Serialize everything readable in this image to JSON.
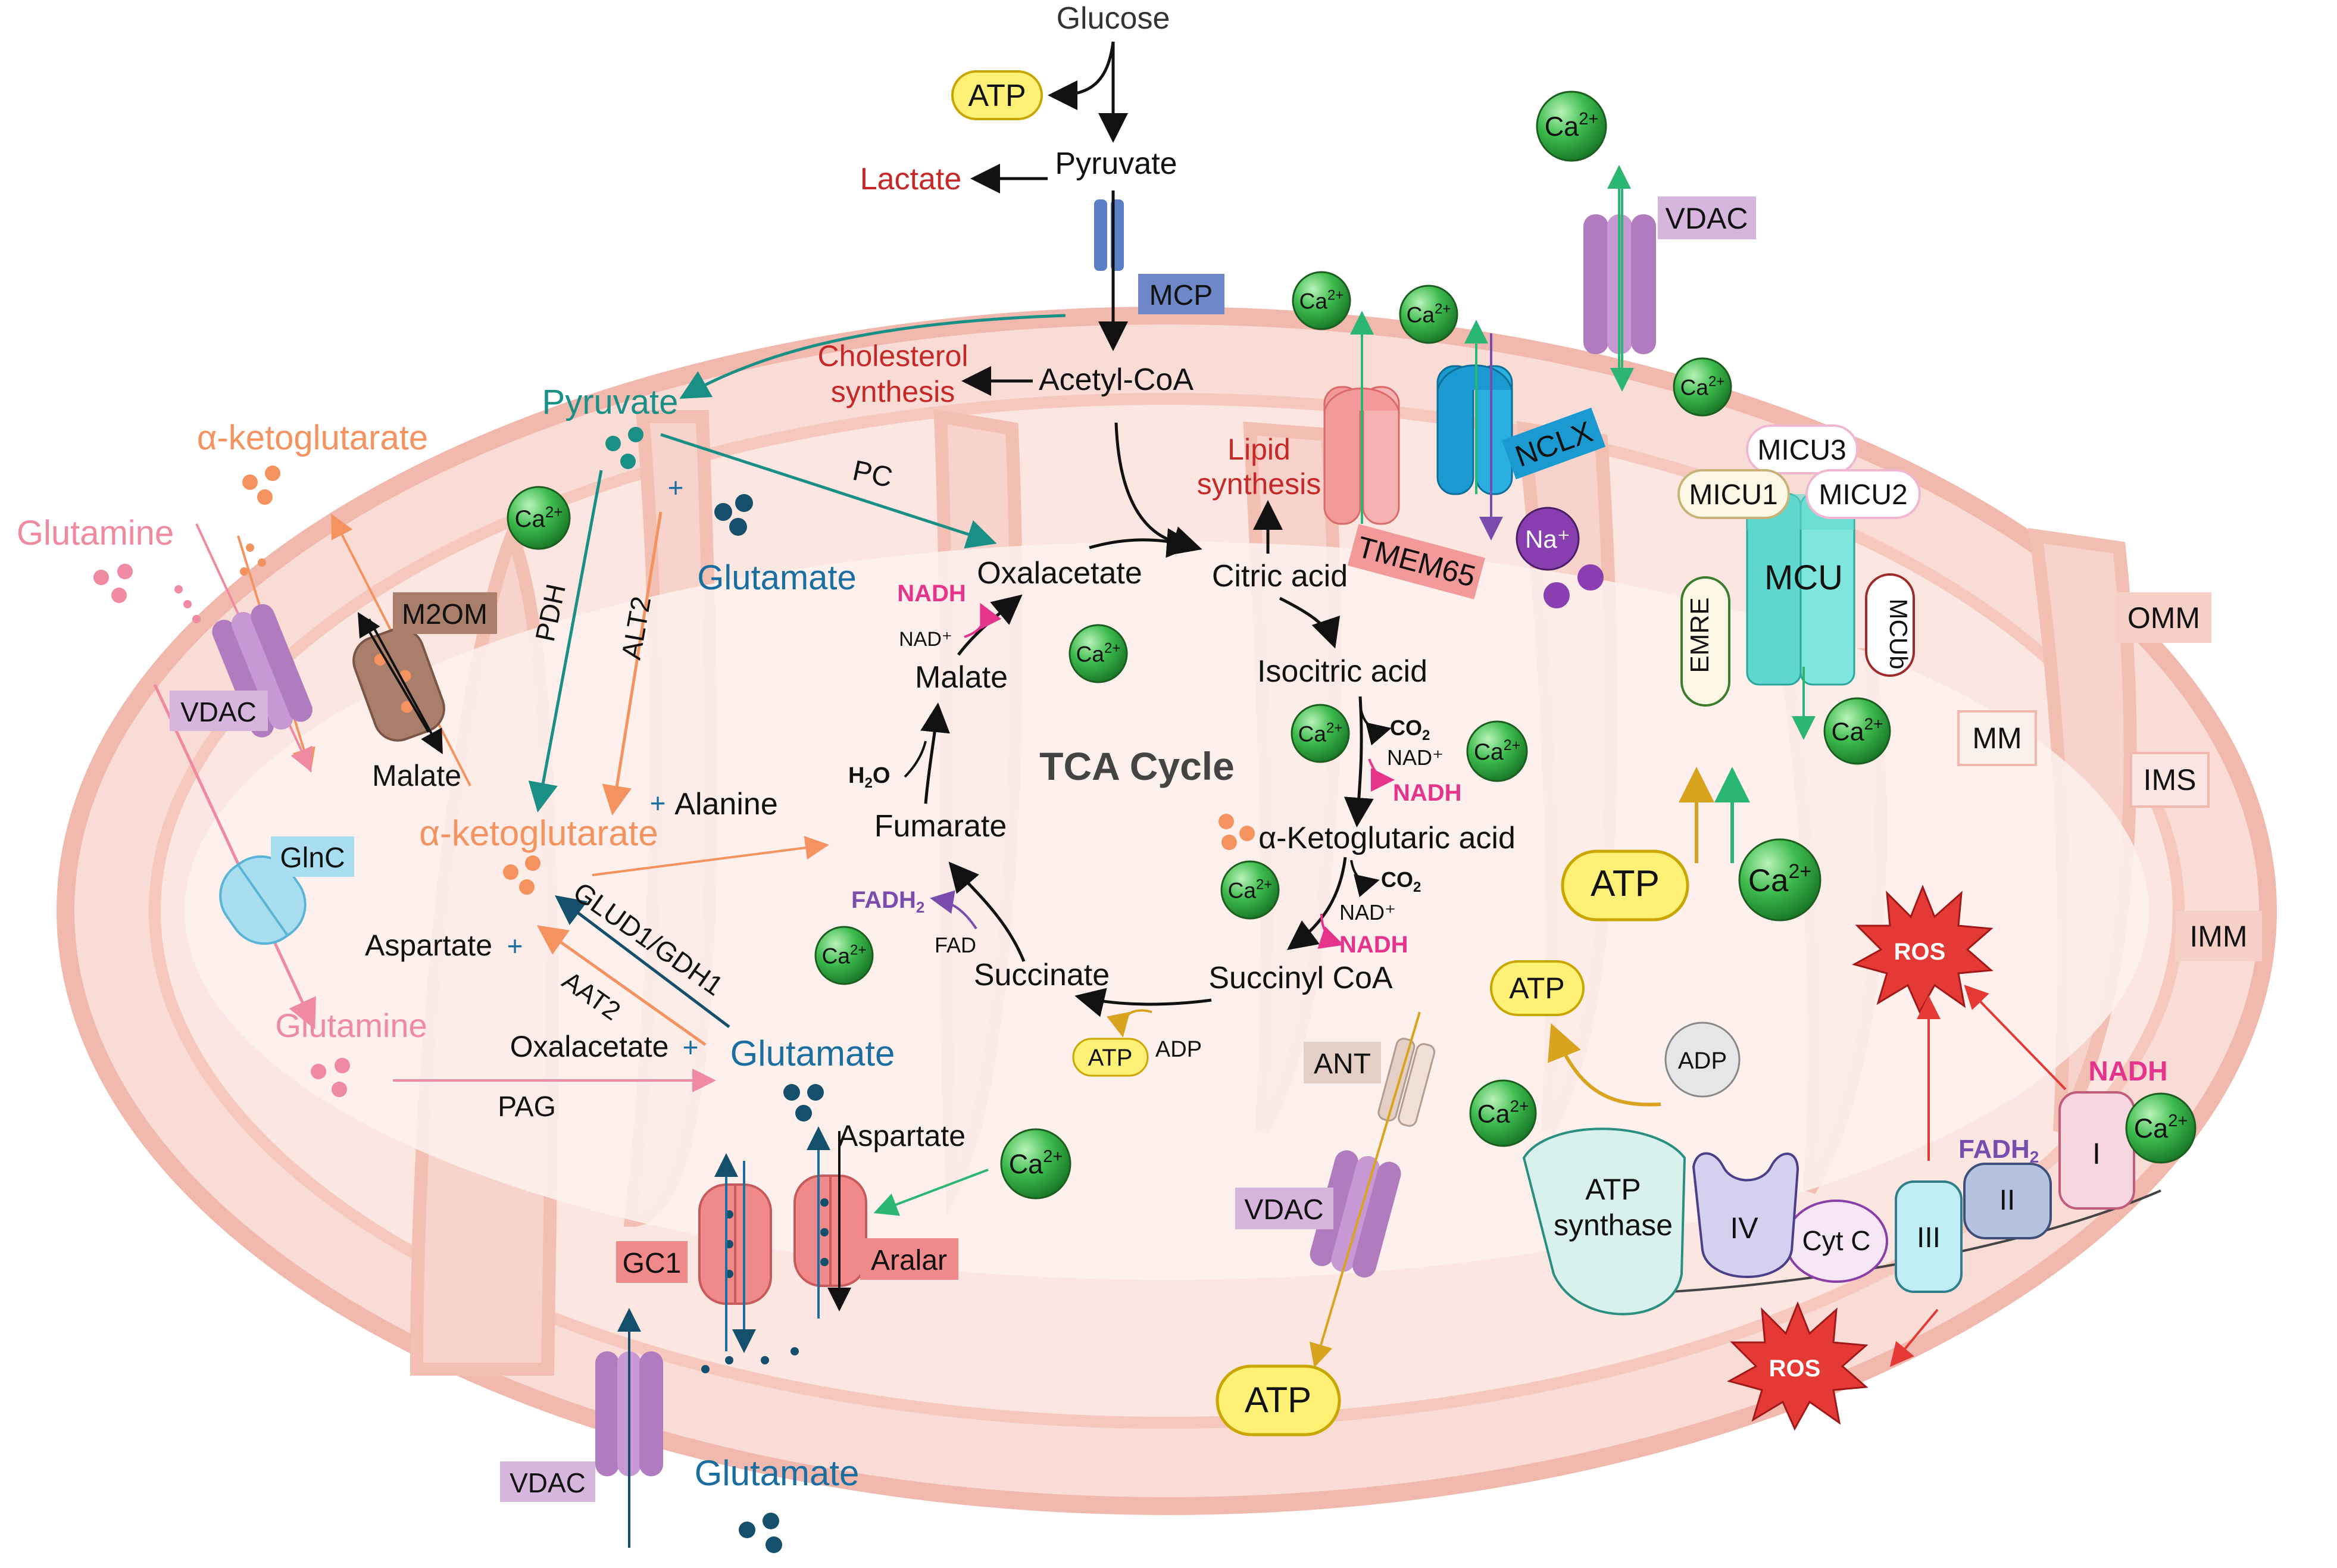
{
  "colors": {
    "omm_fill": "#f9dcd6",
    "omm_stroke": "#f1b8ad",
    "imm_fill": "#fbe6e1",
    "matrix_fill": "#fdf1ee",
    "teal": "#1a8f86",
    "orange": "#f4935f",
    "pink": "#f08aa0",
    "dark_blue": "#14506b",
    "red": "#c62828",
    "magenta": "#e6348d",
    "purple": "#7a4cae",
    "green_arrow": "#2bb673",
    "gold_arrow": "#d8a41f",
    "ca_green": "#2e9e3f",
    "atp_yellow": "#fff176"
  },
  "labels": {
    "glucose": "Glucose",
    "atp": "ATP",
    "pyruvate": "Pyruvate",
    "lactate": "Lactate",
    "mcp": "MCP",
    "acetyl_coa": "Acetyl-CoA",
    "cholesterol_1": "Cholesterol",
    "cholesterol_2": "synthesis",
    "lipid_1": "Lipid",
    "lipid_2": "synthesis",
    "pc": "PC",
    "pdh": "PDH",
    "alt2": "ALT2",
    "glutamate": "Glutamate",
    "akg": "α-ketoglutarate",
    "glutamine": "Glutamine",
    "vdac": "VDAC",
    "m2om": "M2OM",
    "malate": "Malate",
    "alanine": "Alanine",
    "glnc": "GlnC",
    "aspartate": "Aspartate",
    "glud": "GLUD1/GDH1",
    "aat2": "AAT2",
    "oxalacetate": "Oxalacetate",
    "pag": "PAG",
    "gc1": "GC1",
    "aralar": "Aralar",
    "tca_cycle": "TCA Cycle",
    "citric": "Citric acid",
    "isocitric": "Isocitric acid",
    "akg_acid": "α-Ketoglutaric acid",
    "succinyl": "Succinyl CoA",
    "succinate": "Succinate",
    "fumarate": "Fumarate",
    "h2o": "H",
    "h2o_sub": "2",
    "h2o_o": "O",
    "nadh": "NADH",
    "nad_plus": "NAD⁺",
    "co2": "CO",
    "co2_sub": "2",
    "fadh": "FADH",
    "fadh_sub": "2",
    "fad": "FAD",
    "adp": "ADP",
    "tmem65": "TMEM65",
    "nclx": "NCLX",
    "na": "Na⁺",
    "ca": "Ca",
    "ca_sup": "2+",
    "micu1": "MICU1",
    "micu2": "MICU2",
    "micu3": "MICU3",
    "mcu": "MCU",
    "mcub": "MCUb",
    "emre": "EMRE",
    "omm": "OMM",
    "mm": "MM",
    "ims": "IMS",
    "imm": "IMM",
    "ros": "ROS",
    "ant": "ANT",
    "atp_synthase_1": "ATP",
    "atp_synthase_2": "synthase",
    "complex_i": "I",
    "complex_ii": "II",
    "complex_iii": "III",
    "complex_iv": "IV",
    "cytc": "Cyt C",
    "plus": "+"
  }
}
